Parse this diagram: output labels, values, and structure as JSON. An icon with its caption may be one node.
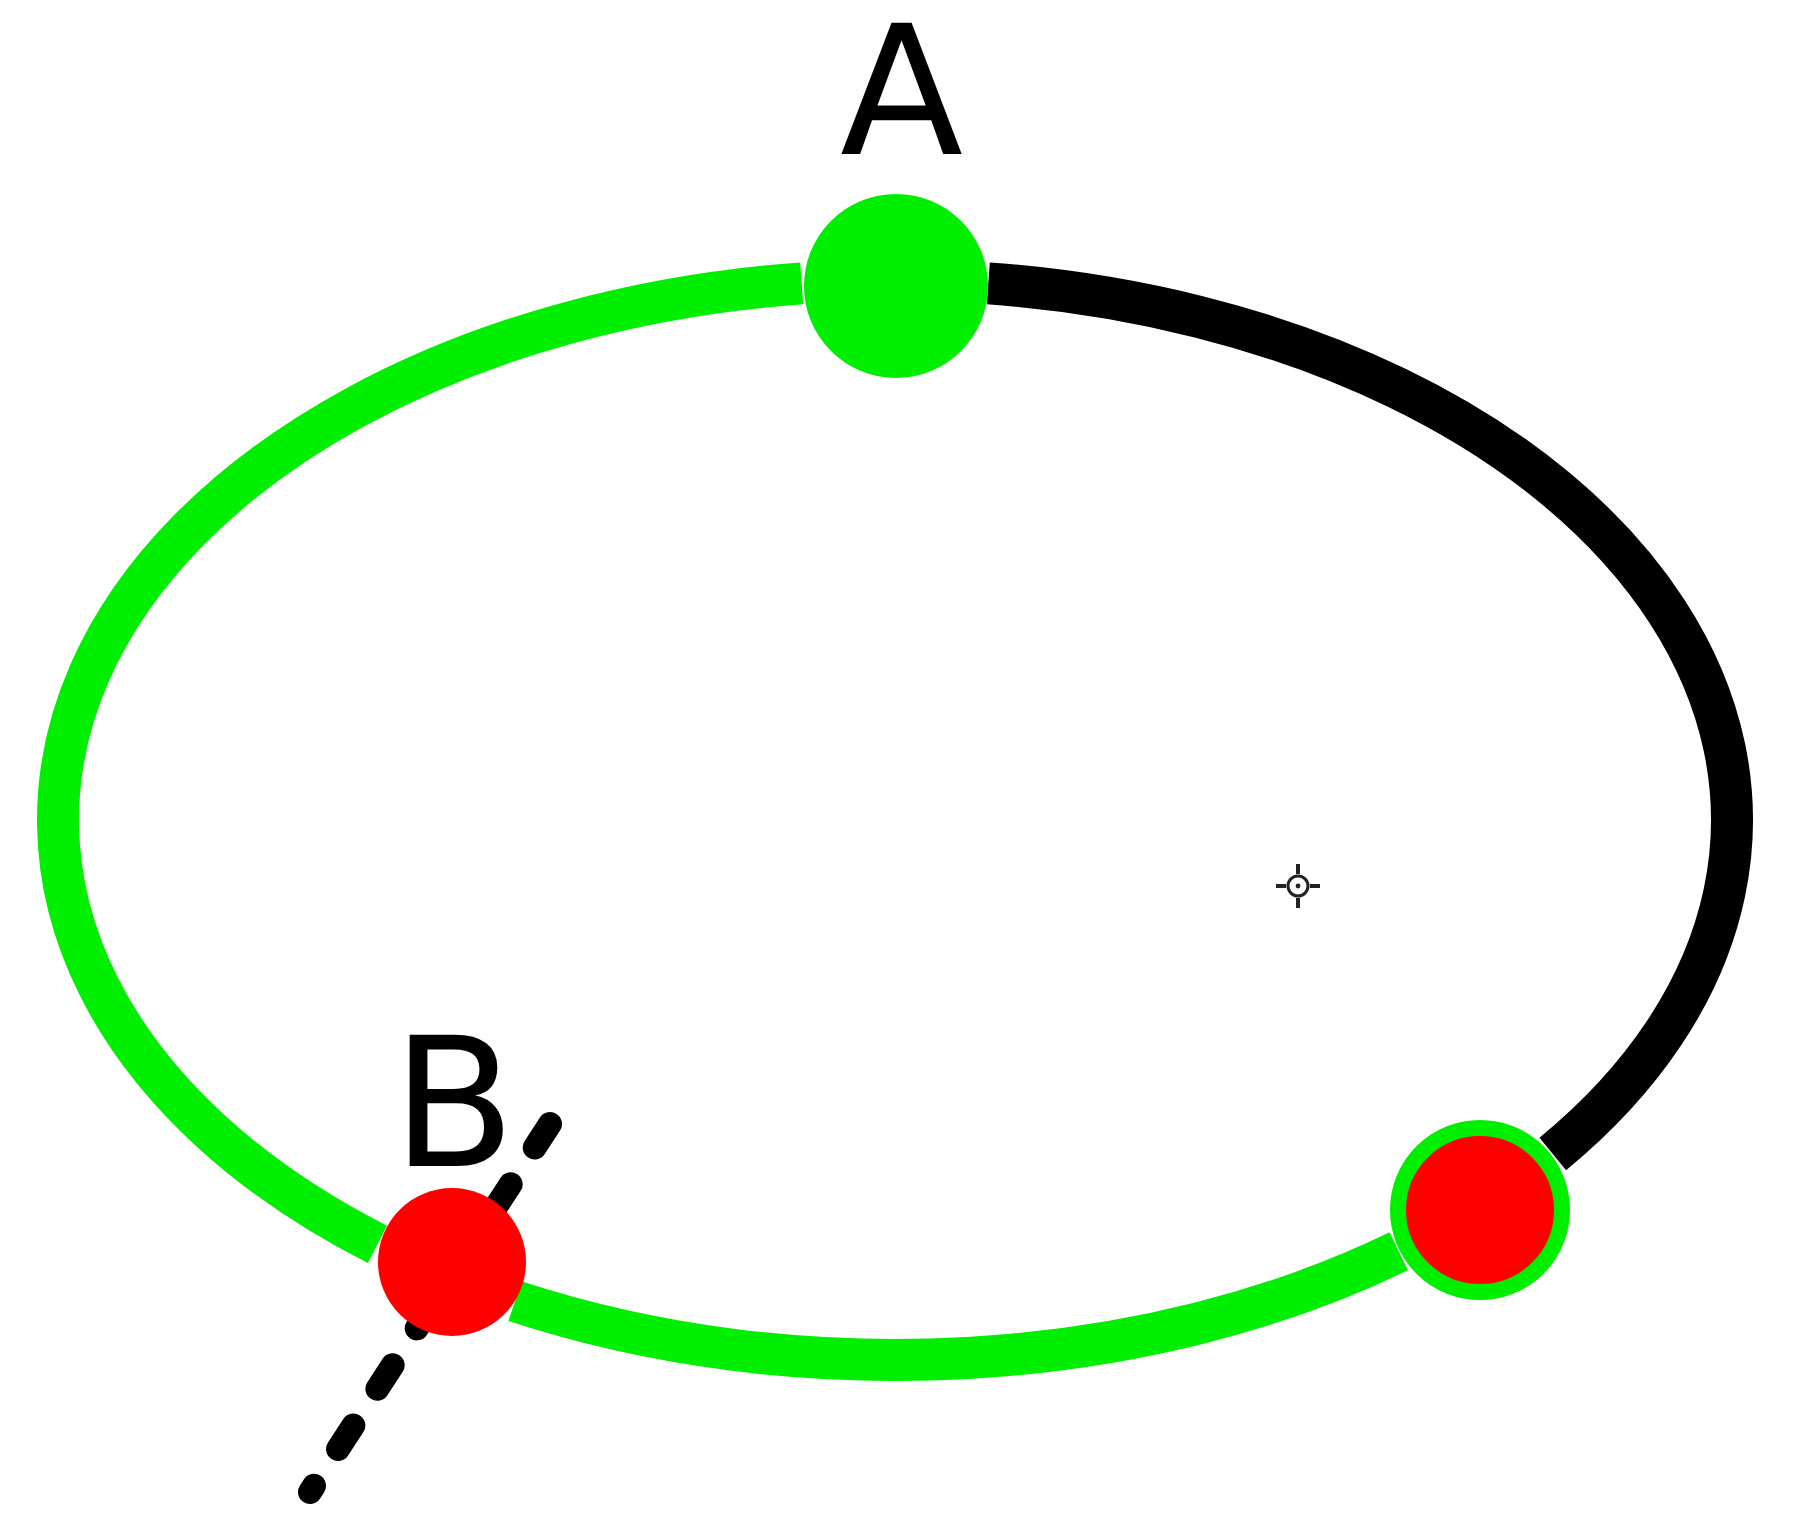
{
  "diagram": {
    "nodes": [
      {
        "text": [
          "A"
        ]
      },
      {
        "text": [
          "B"
        ]
      },
      {
        "text": [],
        "shape": "circle"
      }
    ],
    "edges": [
      {
        "from": 0,
        "to": 1,
        "arrow": "none"
      },
      {
        "from": 1,
        "to": 2,
        "arrow": "none"
      },
      {
        "from": 0,
        "to": 2,
        "arrow": "none",
        "color": "#000000"
      }
    ]
  }
}
